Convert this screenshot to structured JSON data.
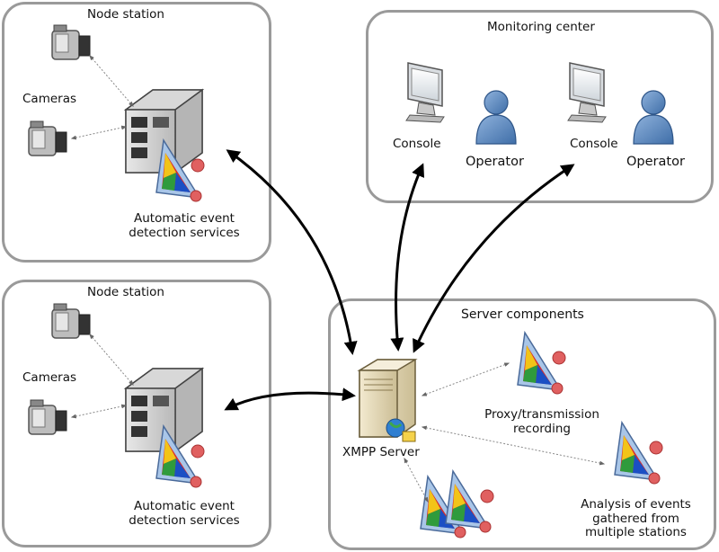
{
  "node_top": {
    "title": "Node station",
    "cameras_label": "Cameras",
    "services_label_1": "Automatic event",
    "services_label_2": "detection services"
  },
  "node_bottom": {
    "title": "Node station",
    "cameras_label": "Cameras",
    "services_label_1": "Automatic event",
    "services_label_2": "detection services"
  },
  "monitoring": {
    "title": "Monitoring center",
    "console_label_1": "Console",
    "operator_label_1": "Operator",
    "console_label_2": "Console",
    "operator_label_2": "Operator"
  },
  "server": {
    "title": "Server components",
    "xmpp_label": "XMPP Server",
    "proxy_label_1": "Proxy/transmission",
    "proxy_label_2": "recording",
    "analysis_label_1": "Analysis of events",
    "analysis_label_2": "gathered from",
    "analysis_label_3": "multiple stations"
  },
  "colors": {
    "panel_border": "#9a9a9a",
    "arrow": "#000000",
    "dotted_link": "#888888",
    "operator_blue": "#4f7fb7"
  }
}
